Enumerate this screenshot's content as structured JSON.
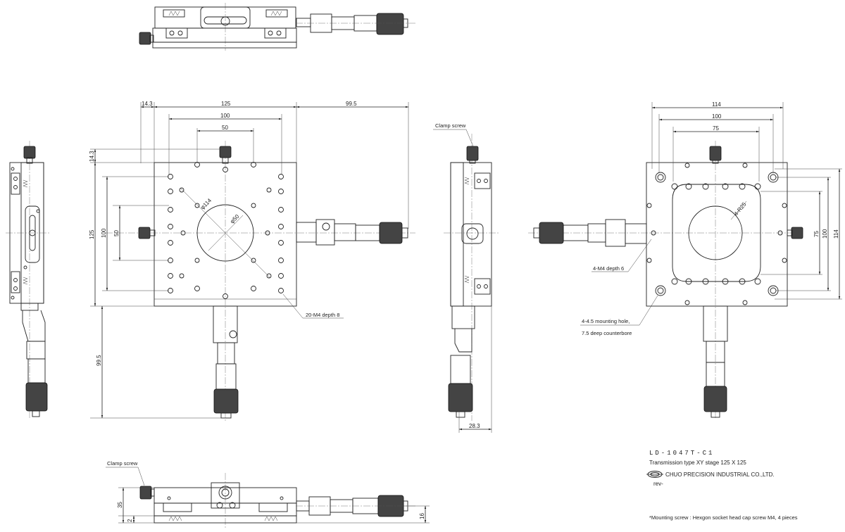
{
  "dimensions": {
    "d14_3_top": "14.3",
    "d125_top": "125",
    "d100_top": "100",
    "d50_top": "50",
    "d99_5_right": "99.5",
    "d14_3_left": "14.3",
    "d125_left": "125",
    "d100_left": "100",
    "d50_left": "50",
    "d99_5_bottom": "99.5",
    "d114_hole": "φ114",
    "d50_hole": "φ50",
    "d28_3": "28.3",
    "d114_top_right": "114",
    "d100_top_right": "100",
    "d75_top_right": "75",
    "d75_right": "75",
    "d100_right": "100",
    "d114_right": "114",
    "d35": "35",
    "d2": "2",
    "d16": "16",
    "dr25": "4-R25"
  },
  "callouts": {
    "clamp_screw_side": "Clamp screw",
    "clamp_screw_front": "Clamp screw",
    "holes_m4_depth8": "20-M4 depth 8",
    "holes_m4_depth6": "4-M4 depth 6",
    "mount_hole": "4-4.5 mounting hole,",
    "counterbore": "7.5 deep counterbore"
  },
  "titleblock": {
    "model": "LD-1047T-C1",
    "description": "Transmission type XY stage 125 X 125",
    "company": "CHUO PRECISION INDUSTRIAL CO.,LTD.",
    "revision": "rev-",
    "note": "*Mounting screw : Hexgon socket head cap screw M4, 4 pieces"
  }
}
